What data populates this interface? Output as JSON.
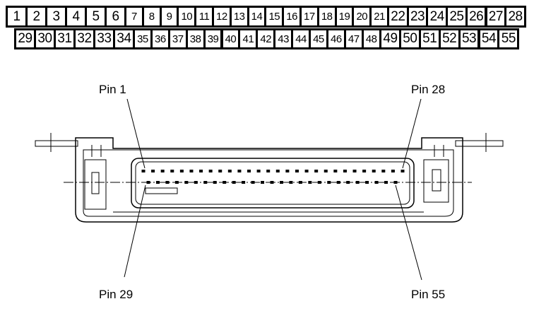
{
  "pinout": {
    "row1": {
      "groups": [
        {
          "pins": [
            "1",
            "2",
            "3",
            "4",
            "5",
            "6"
          ]
        },
        {
          "pins": [
            "7",
            "8",
            "9",
            "10",
            "11",
            "12",
            "13",
            "14",
            "15",
            "16",
            "17",
            "18",
            "19",
            "20",
            "21"
          ]
        },
        {
          "pins": [
            "22",
            "23",
            "24",
            "25",
            "26",
            "27",
            "28"
          ]
        }
      ]
    },
    "row2": {
      "groups": [
        {
          "pins": [
            "29",
            "30",
            "31",
            "32",
            "33",
            "34"
          ]
        },
        {
          "pins": [
            "35",
            "36",
            "37",
            "38",
            "39",
            "40",
            "41",
            "42",
            "43",
            "44",
            "45",
            "46",
            "47",
            "48"
          ]
        },
        {
          "pins": [
            "49",
            "50",
            "51",
            "52",
            "53",
            "54",
            "55"
          ]
        }
      ]
    }
  },
  "labels": {
    "pin1": "Pin 1",
    "pin28": "Pin 28",
    "pin29": "Pin 29",
    "pin55": "Pin 55"
  }
}
